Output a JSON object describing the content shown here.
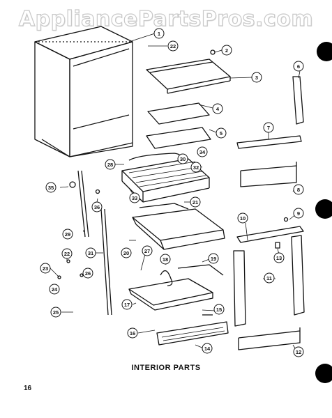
{
  "watermark": "AppliancePartsPros.com",
  "caption": "INTERIOR PARTS",
  "page_number": "16",
  "callouts": [
    "1",
    "22",
    "2",
    "3",
    "4",
    "5",
    "6",
    "7",
    "8",
    "9",
    "10",
    "11",
    "12",
    "13",
    "14",
    "15",
    "16",
    "17",
    "18",
    "19",
    "20",
    "21",
    "22",
    "23",
    "24",
    "25",
    "26",
    "27",
    "28",
    "29",
    "30",
    "31",
    "32",
    "33",
    "34",
    "35",
    "36"
  ]
}
